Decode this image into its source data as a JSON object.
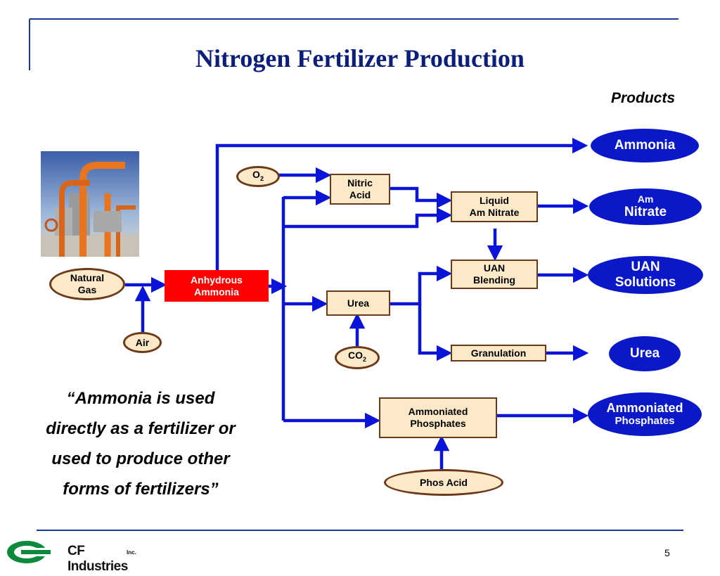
{
  "title": "Nitrogen Fertilizer Production",
  "products_label": "Products",
  "inputs": {
    "natural_gas_line1": "Natural",
    "natural_gas_line2": "Gas",
    "air": "Air",
    "o2": "O",
    "o2_sub": "2",
    "co2": "CO",
    "co2_sub": "2",
    "phos_acid": "Phos Acid"
  },
  "process": {
    "anhydrous_line1": "Anhydrous",
    "anhydrous_line2": "Ammonia",
    "nitric_line1": "Nitric",
    "nitric_line2": "Acid",
    "liquid_line1": "Liquid",
    "liquid_line2": "Am Nitrate",
    "uan_line1": "UAN",
    "uan_line2": "Blending",
    "urea": "Urea",
    "granulation": "Granulation",
    "ammoniated_line1": "Ammoniated",
    "ammoniated_line2": "Phosphates"
  },
  "products": {
    "ammonia": "Ammonia",
    "am_nitrate_line1": "Am",
    "am_nitrate_line2": "Nitrate",
    "uan_line1": "UAN",
    "uan_line2": "Solutions",
    "urea": "Urea",
    "ammoniated_line1": "Ammoniated",
    "ammoniated_line2": "Phosphates"
  },
  "quote": {
    "line1": "“Ammonia is used",
    "line2": "directly as a fertilizer or",
    "line3": "used to produce other",
    "line4": "forms of fertilizers”"
  },
  "footer": {
    "company": "CF Industries",
    "company_suffix": "Inc.",
    "page_number": "5"
  },
  "colors": {
    "title": "#0a1e7a",
    "arrow": "#0a14d8",
    "product_fill": "#0a18c8",
    "box_fill": "#fce9c8",
    "box_border": "#6b3a1a",
    "anhydrous_fill": "#ff0000",
    "rule": "#1a3a9a",
    "logo_green": "#0a8a3a"
  }
}
